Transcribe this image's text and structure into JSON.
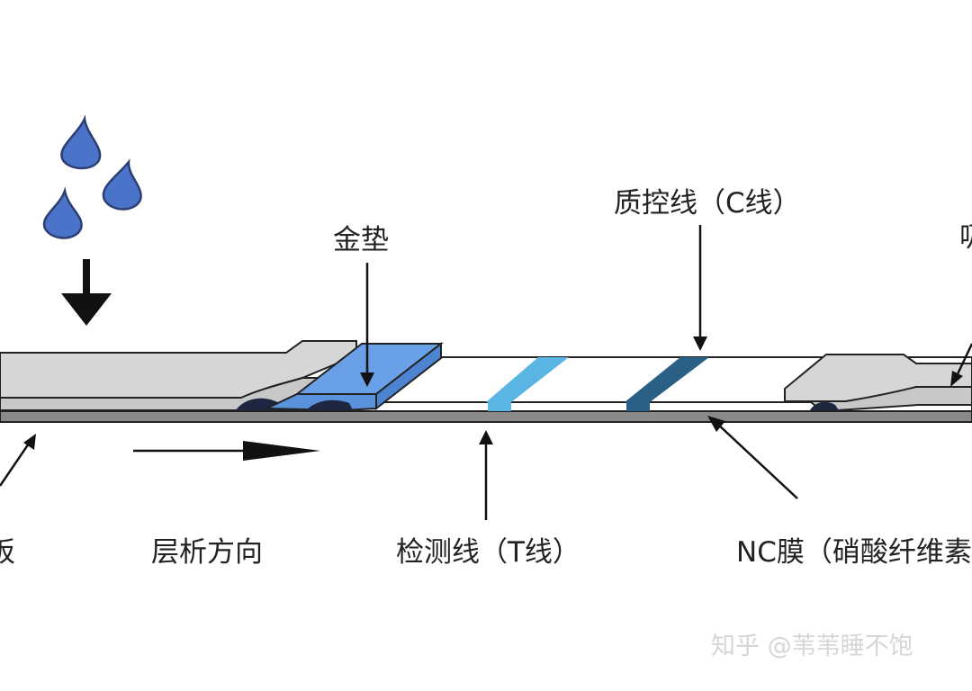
{
  "labels": {
    "gold_pad": "金垫",
    "control_line": "质控线（C线）",
    "test_line": "检测线（T线）",
    "chromatography_direction": "层析方向",
    "nc_membrane": "NC膜（硝酸纤维素",
    "left_cut": "板",
    "right_cut": "吸"
  },
  "watermark": "知乎 @苇苇睡不饱",
  "colors": {
    "drop": "#4b73c9",
    "gold_pad": "#6aa0e8",
    "test_line": "#5ab4e4",
    "control_line": "#2a5f86",
    "pad_gray": "#d6d6d6",
    "backing": "#8a8a8a"
  }
}
